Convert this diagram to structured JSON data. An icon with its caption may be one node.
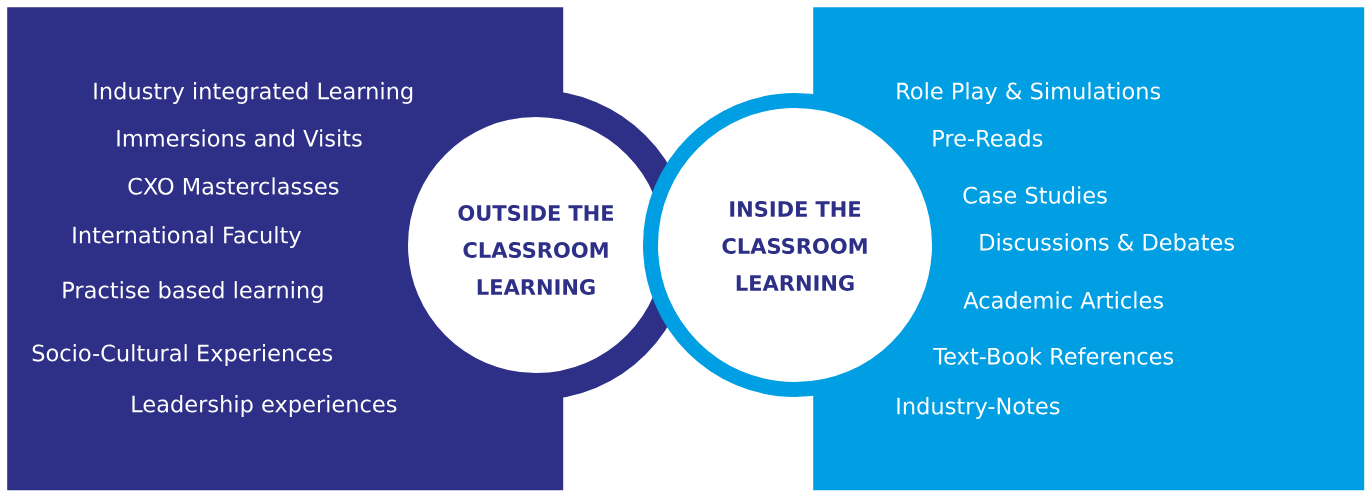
{
  "diagram": {
    "nodes": [
      {
        "text": [
          "Industry integrated Learning",
          "Immersions and Visits",
          "CXO Masterclasses",
          "International Faculty",
          "Practise based learning",
          "Socio-Cultural Experiences",
          "Leadership experiences"
        ]
      },
      {
        "text": [
          "Role Play & Simulations",
          "Pre-Reads",
          "Case Studies",
          "Discussions & Debates",
          "Academic Articles",
          "Text-Book References",
          "Industry-Notes"
        ]
      },
      {
        "text": [
          "OUTSIDE THE CLASSROOM LEARNING"
        ]
      },
      {
        "text": [
          "INSIDE THE CLASSROOM LEARNING"
        ]
      }
    ]
  }
}
